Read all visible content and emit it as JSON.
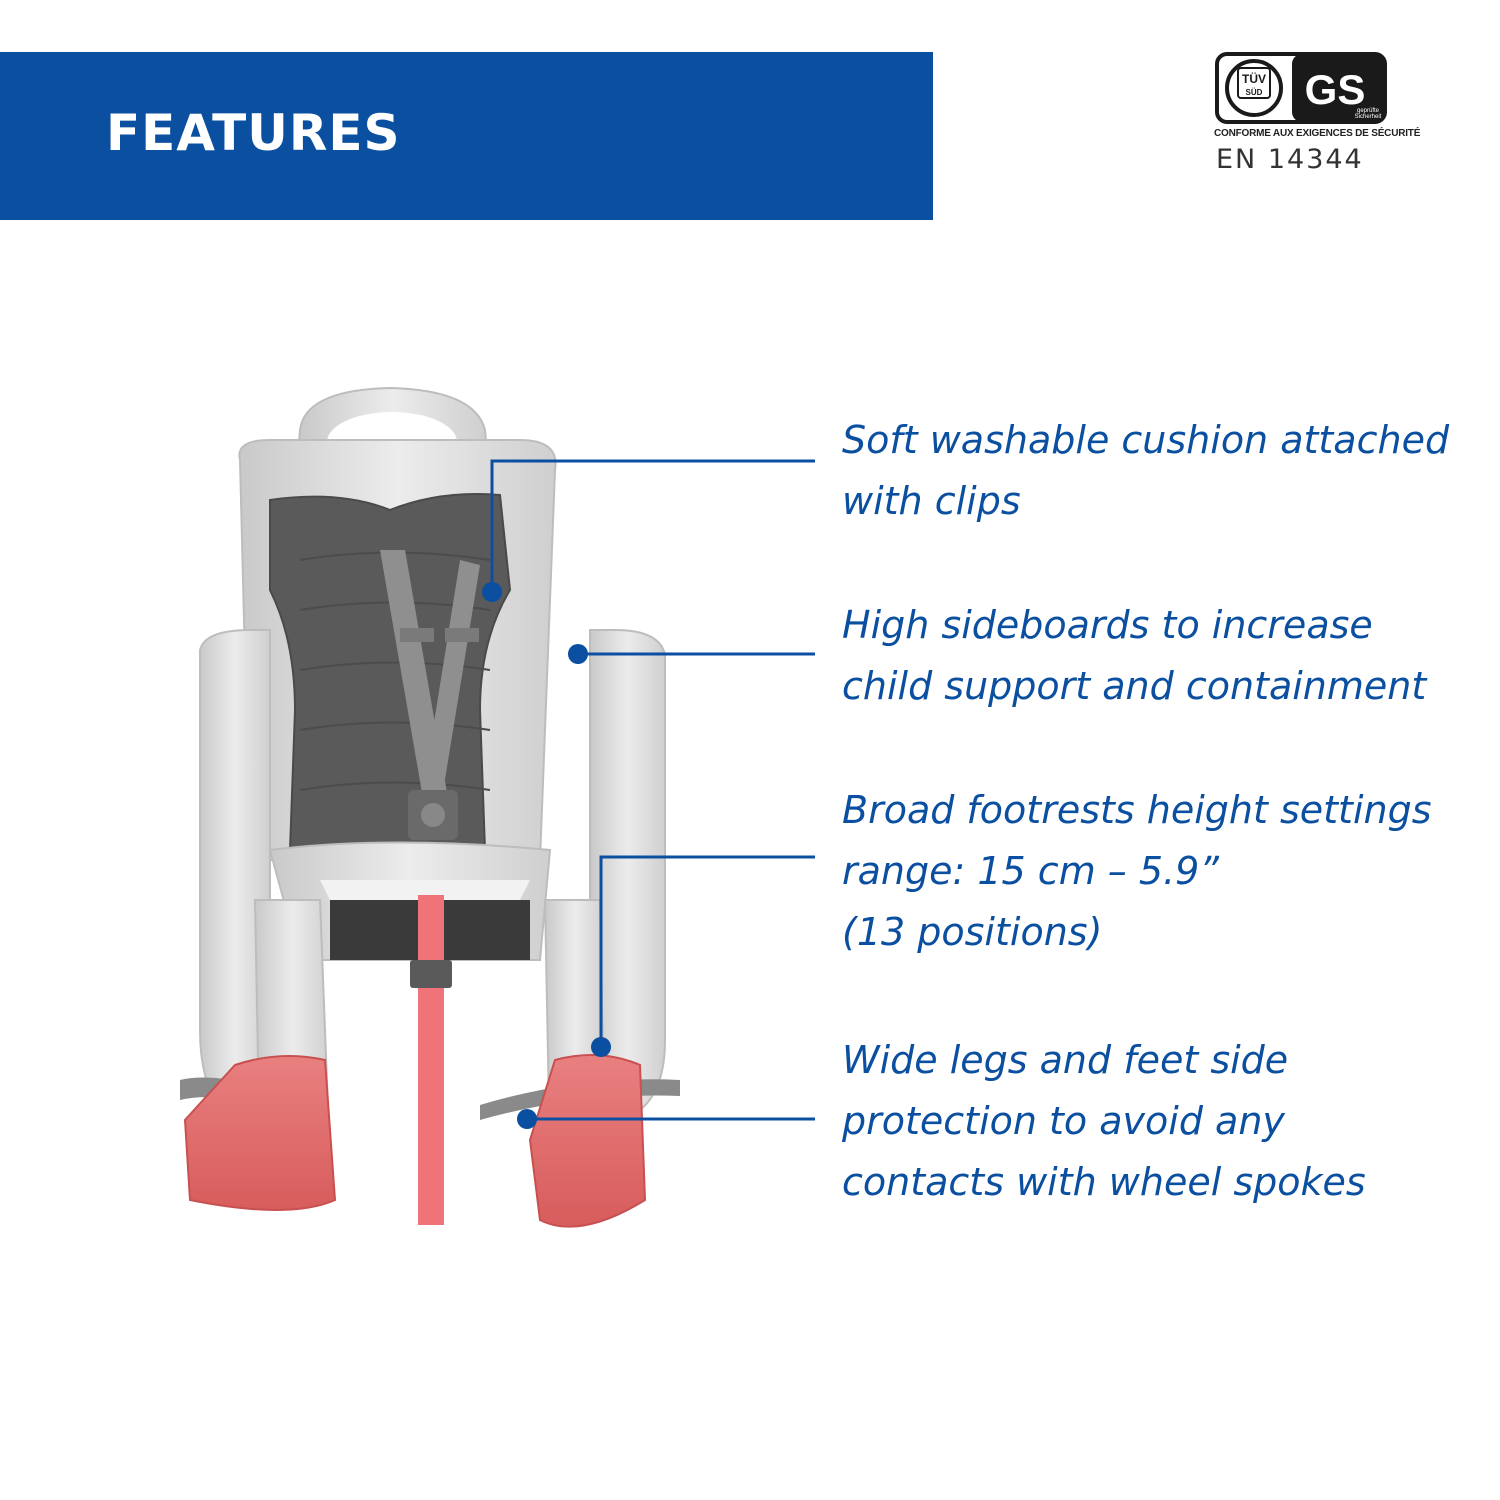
{
  "header": {
    "title": "FEATURES",
    "color": "#0b4fa0"
  },
  "certification": {
    "tuv": "TÜV",
    "sud": "SÜD",
    "gs": "GS",
    "gs_sub": "geprüfte Sicherheit",
    "caption": "CONFORME AUX EXIGENCES DE SÉCURITÉ",
    "standard": "EN 14344"
  },
  "features": [
    {
      "lines": [
        "Soft washable cushion attached",
        "with clips"
      ]
    },
    {
      "lines": [
        "High sideboards to increase",
        "child support and containment"
      ]
    },
    {
      "lines": [
        "Broad footrests height settings",
        "range: 15 cm – 5.9”",
        "(13 positions)"
      ]
    },
    {
      "lines": [
        "Wide legs and feet side",
        "protection to avoid any",
        "contacts with wheel spokes"
      ]
    }
  ],
  "colors": {
    "accent": "#0b4fa0",
    "shell": "#d9d9d9",
    "cushion": "#5a5a5a",
    "footrest": "#e36868",
    "strap": "#f0737a"
  }
}
